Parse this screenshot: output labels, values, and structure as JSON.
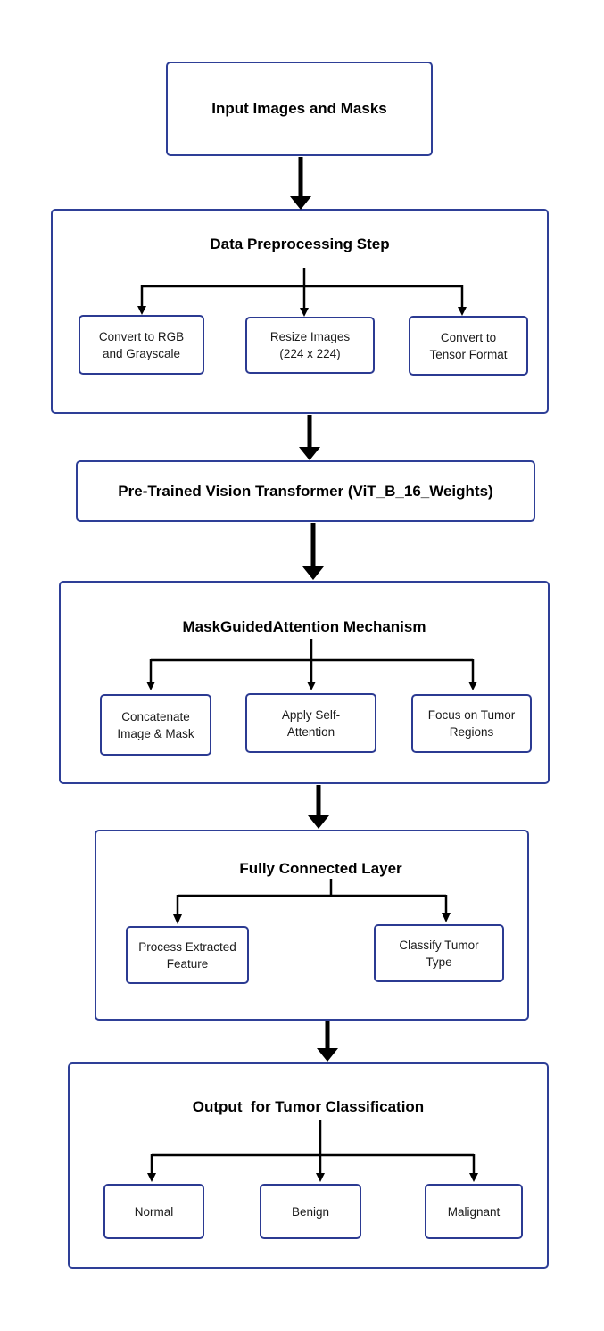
{
  "colors": {
    "border": "#2e3f97",
    "arrow": "#000000",
    "background": "#ffffff"
  },
  "steps": {
    "input": {
      "title": "Input Images and Masks"
    },
    "preprocessing": {
      "title": "Data Preprocessing Step",
      "items": [
        "Convert to RGB\nand Grayscale",
        "Resize Images\n(224 x 224)",
        "Convert to\nTensor Format"
      ]
    },
    "vit": {
      "title": "Pre-Trained Vision Transformer (ViT_B_16_Weights)"
    },
    "attention": {
      "title": "MaskGuidedAttention Mechanism",
      "items": [
        "Concatenate\nImage & Mask",
        "Apply Self-\nAttention",
        "Focus on Tumor\nRegions"
      ]
    },
    "fc": {
      "title": "Fully Connected Layer",
      "items": [
        "Process Extracted\nFeature",
        "Classify Tumor\nType"
      ]
    },
    "output": {
      "title": "Output  for Tumor Classification",
      "items": [
        "Normal",
        "Benign",
        "Malignant"
      ]
    }
  }
}
